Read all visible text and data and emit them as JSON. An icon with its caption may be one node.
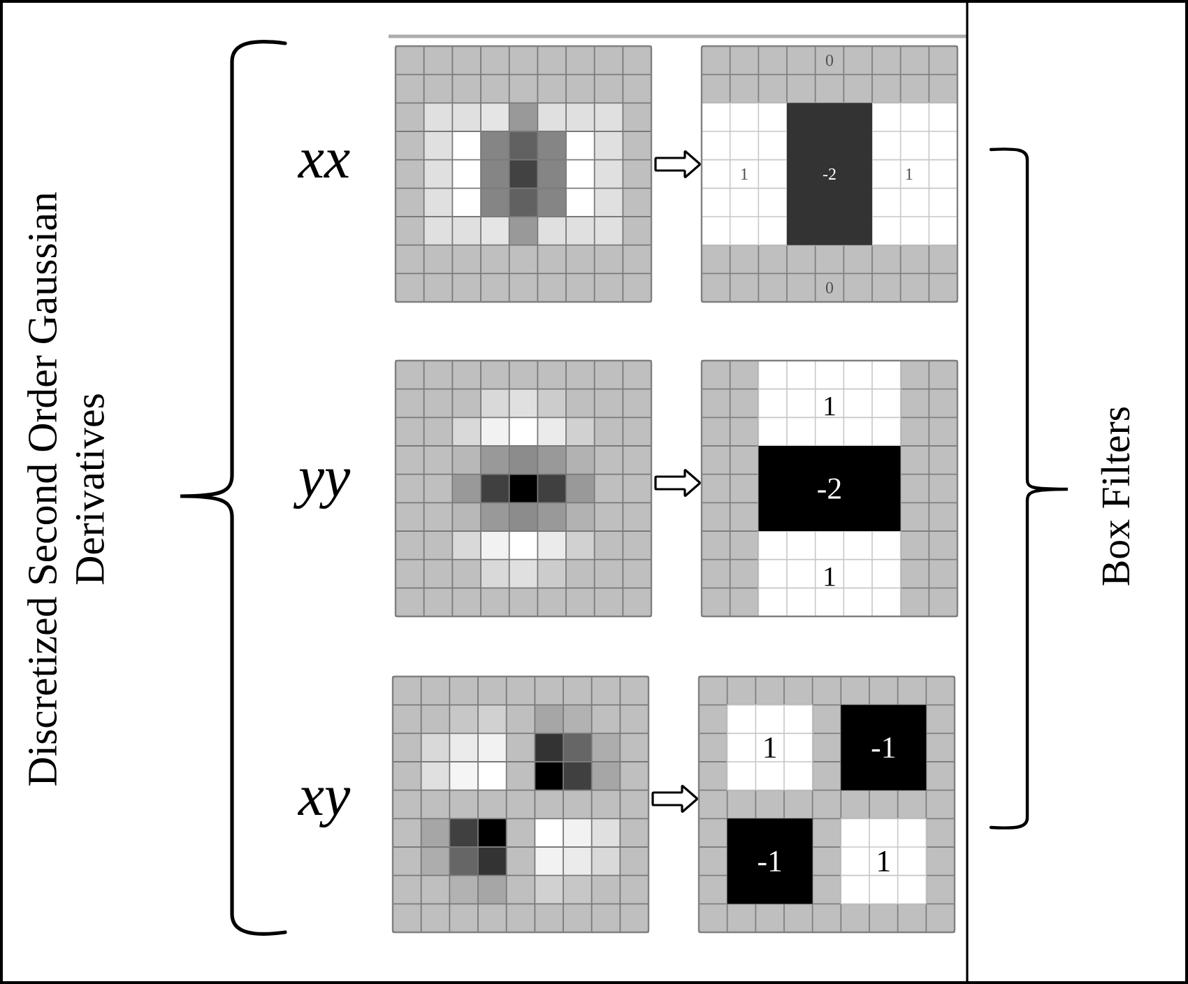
{
  "diagram": {
    "nodes": [
      {
        "text": [],
        "shape": "picture",
        "beside": [
          "xx"
        ]
      },
      {
        "text": [
          "0",
          "1",
          "-2",
          "1",
          "0"
        ]
      },
      {
        "text": [],
        "shape": "picture",
        "beside": [
          "yy"
        ]
      },
      {
        "text": [
          "1",
          "-2",
          "1"
        ]
      },
      {
        "text": [],
        "shape": "picture",
        "beside": [
          "xy"
        ]
      },
      {
        "text": [
          "1",
          "-1",
          "-1",
          "1"
        ]
      }
    ],
    "edges": [
      {
        "from": 0,
        "to": 1,
        "arrow": "to"
      },
      {
        "from": 2,
        "to": 3,
        "arrow": "to"
      },
      {
        "from": 4,
        "to": 5,
        "arrow": "to"
      }
    ],
    "labels": [
      "Discretized Second Order Gaussian Derivatives",
      "Box Filters"
    ]
  }
}
